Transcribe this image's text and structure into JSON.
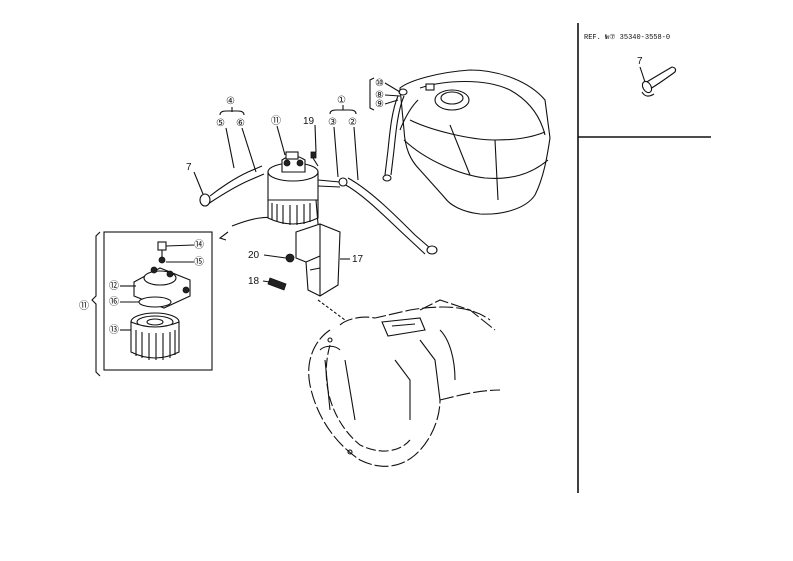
{
  "ref": {
    "text": "REF. №⑦  35340-3558-0"
  },
  "labels": {
    "l1": "①",
    "l2": "②",
    "l3": "③",
    "l4": "④",
    "l5": "⑤",
    "l6": "⑥",
    "l7": "7",
    "l7b": "7",
    "l8": "⑧",
    "l9": "⑨",
    "l10": "⑩",
    "l11": "⑪",
    "l11b": "⑪",
    "l12": "⑫",
    "l13": "⑬",
    "l14": "⑭",
    "l15": "⑮",
    "l16": "⑯",
    "l17": "17",
    "l18": "18",
    "l19": "19",
    "l20": "20"
  }
}
